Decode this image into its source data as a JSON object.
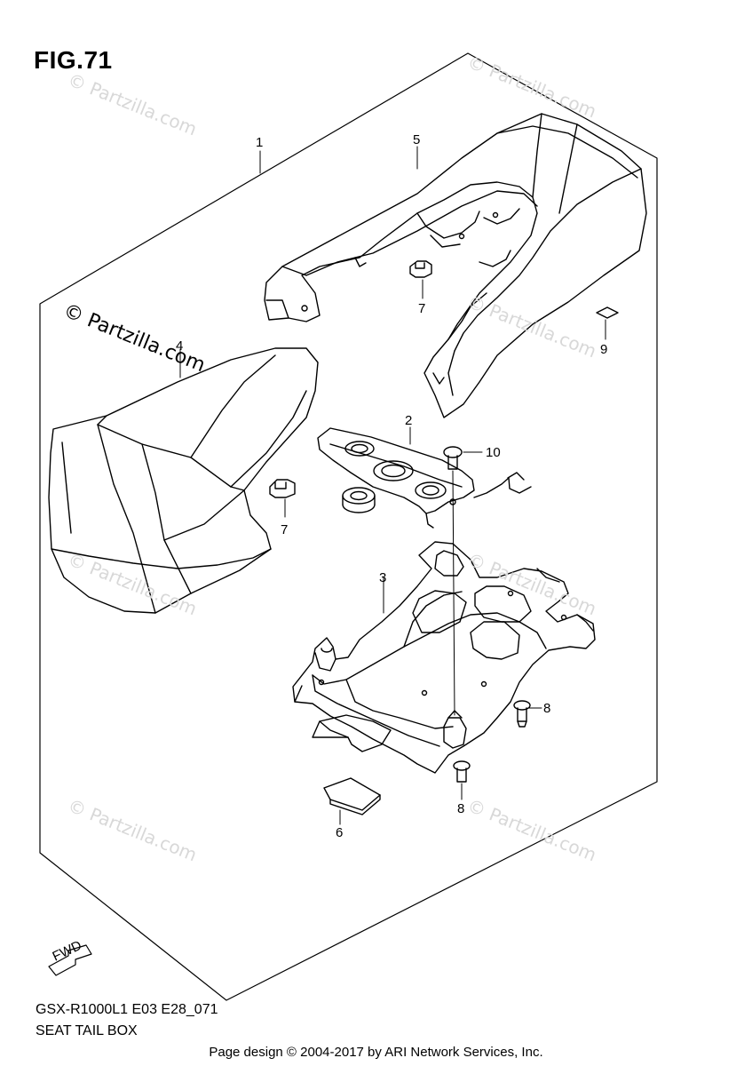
{
  "figure": {
    "title": "FIG.71"
  },
  "footer": {
    "model_code": "GSX-R1000L1 E03 E28_071",
    "section_name": "SEAT TAIL BOX",
    "credit": "Page design © 2004-2017 by ARI Network Services, Inc."
  },
  "fwd_label": "FWD",
  "watermark": {
    "main": "© Partzilla.com",
    "faint": "© Partzilla.com"
  },
  "callouts": [
    "1",
    "2",
    "3",
    "4",
    "5",
    "6",
    "7",
    "7",
    "8",
    "8",
    "9",
    "10"
  ]
}
